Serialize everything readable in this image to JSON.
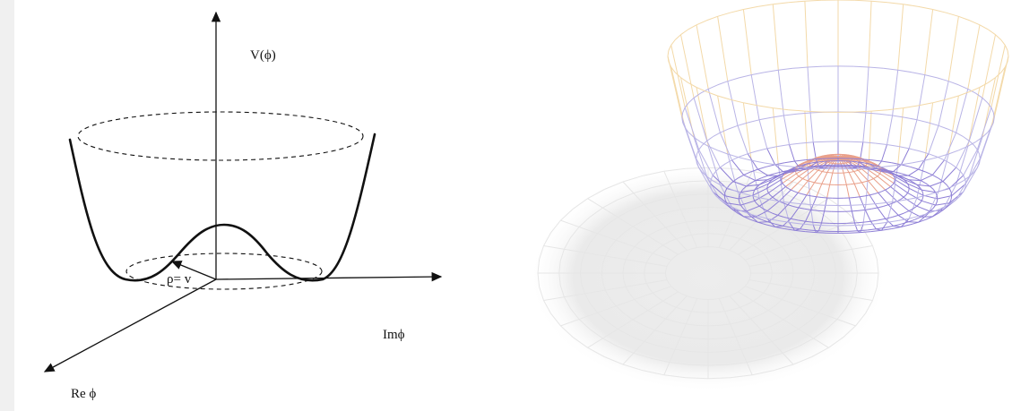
{
  "diagram": {
    "left_panel": {
      "labels": {
        "potential": "V(ϕ)",
        "radius": "ρ= v",
        "imag_axis": "Imϕ",
        "real_axis": "Re ϕ"
      }
    },
    "right_panel": {
      "icon": "mexican-hat-wireframe-3d",
      "colors": {
        "rim": "#f3d9a8",
        "walls": "#b9b4e6",
        "trough": "#8e7fd6",
        "hump": "#e9a08a",
        "shadow": "#e6e6e6"
      }
    }
  }
}
